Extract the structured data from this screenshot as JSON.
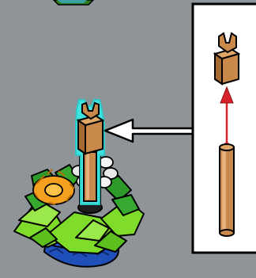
{
  "colors": {
    "background": "#8f9499",
    "brick_tan": "#c8894b",
    "highlight": "#3fe3e0",
    "arrow_red": "#d7222a",
    "leaf_green": "#7fdc2a",
    "flower_orange": "#f2a01e"
  },
  "instruction": {
    "step_parts": [
      "clip-brick",
      "bar-rod"
    ],
    "action": "attach-clip-to-bar"
  }
}
